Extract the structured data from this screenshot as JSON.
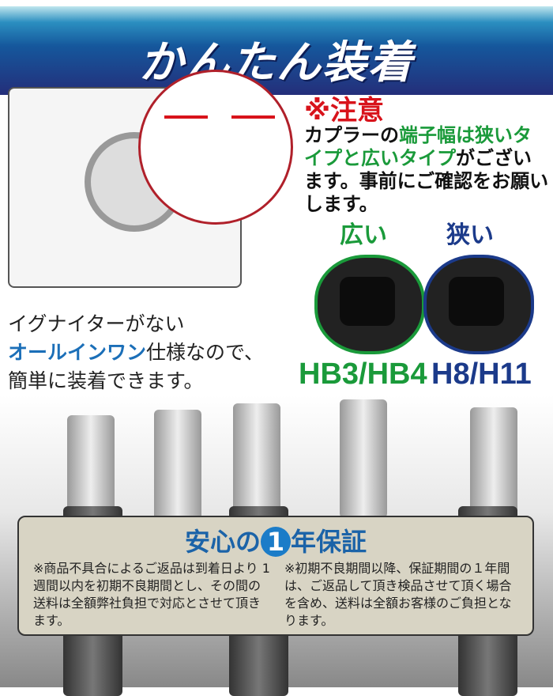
{
  "header": {
    "title": "かんたん装着"
  },
  "notice": {
    "title": "※注意",
    "line_a": "カプラーの",
    "line_b": "端子幅は狭い",
    "line_c": "タイプと広いタイプ",
    "line_d": "がございます。事前にご確認をお願いします。"
  },
  "connectors": {
    "wide_label": "広い",
    "narrow_label": "狭い",
    "wide_code": "HB3/HB4",
    "narrow_code": "H8/H11",
    "wide_color": "#1a9a3a",
    "narrow_color": "#1b3a8a"
  },
  "intro": {
    "line1": "イグナイターがない",
    "highlight": "オールインワン",
    "line2_rest": "仕様なので、",
    "line3": "簡単に装着できます。"
  },
  "warranty": {
    "title_a": "安心の",
    "title_num": "1",
    "title_b": "年保証",
    "left": "※商品不具合によるご返品は到着日より 1 週間以内を初期不良期間とし、その間の送料は全額弊社負担で対応とさせて頂きます。",
    "right": "※初期不良期間以降、保証期間の１年間は、ご返品して頂き検品させて頂く場合を含め、送料は全額お客様のご負担となります。"
  }
}
